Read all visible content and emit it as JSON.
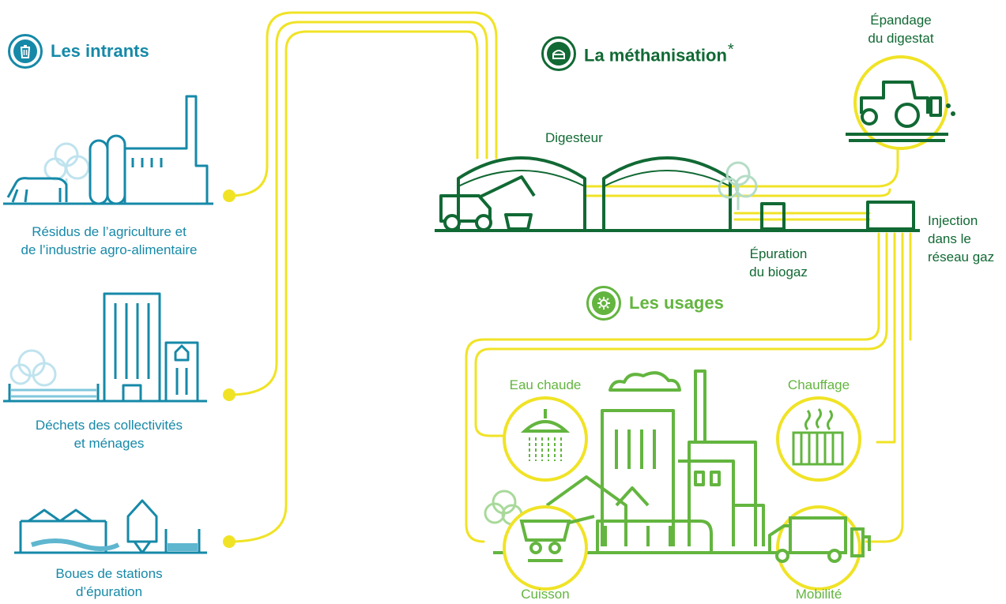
{
  "headings": {
    "intrants": "Les intrants",
    "methanisation": "La méthanisation",
    "methanisation_mark": "*",
    "usages": "Les usages"
  },
  "inputs": [
    {
      "line1": "Résidus de l’agriculture et",
      "line2": "de l’industrie agro-alimentaire"
    },
    {
      "line1": "Déchets des collectivités",
      "line2": "et ménages"
    },
    {
      "line1": "Boues de stations",
      "line2": "d’épuration"
    }
  ],
  "plant": {
    "digester": "Digesteur",
    "purification": [
      "Épuration",
      "du biogaz"
    ],
    "injection": [
      "Injection",
      "dans le",
      "réseau gaz"
    ],
    "spreading": [
      "Épandage",
      "du digestat"
    ]
  },
  "uses": {
    "hot_water": "Eau chaude",
    "heating": "Chauffage",
    "cooking": "Cuisson",
    "mobility": "Mobilité"
  },
  "colors": {
    "inputs_blue": "#1689a8",
    "plant_green": "#116934",
    "uses_light_green": "#63b53f",
    "flow_yellow": "#f0e326"
  },
  "icons": [
    "trash-icon",
    "dome-icon",
    "gear-icon"
  ]
}
